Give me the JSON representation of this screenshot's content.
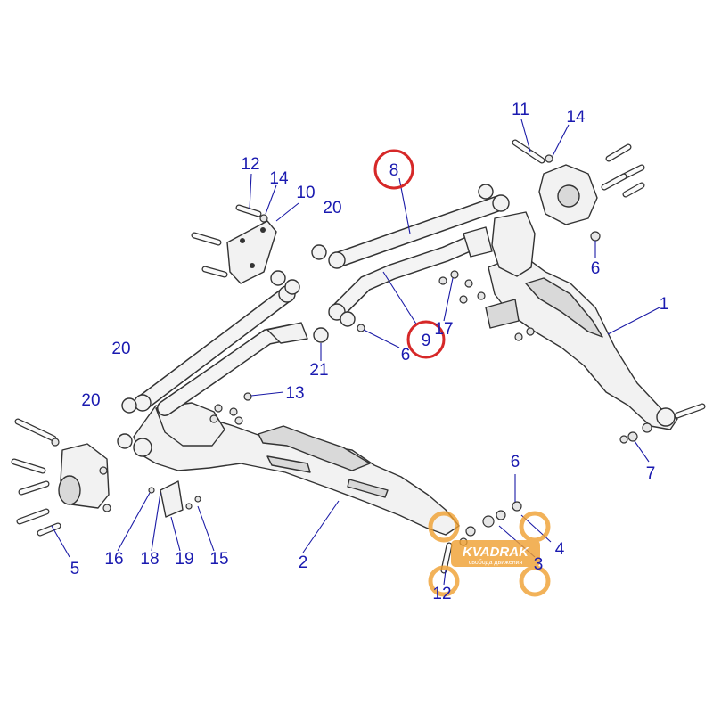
{
  "diagram": {
    "callouts": {
      "c1": "1",
      "c2": "2",
      "c3": "3",
      "c4": "4",
      "c5": "5",
      "c6a": "6",
      "c6b": "6",
      "c6c": "6",
      "c7": "7",
      "c8": "8",
      "c9": "9",
      "c10": "10",
      "c11": "11",
      "c12a": "12",
      "c12b": "12",
      "c13": "13",
      "c14a": "14",
      "c14b": "14",
      "c15": "15",
      "c16": "16",
      "c17": "17",
      "c18": "18",
      "c19": "19",
      "c20a": "20",
      "c20b": "20",
      "c20c": "20",
      "c21": "21"
    },
    "highlighted_callouts": [
      "8",
      "9"
    ],
    "colors": {
      "callout": "#1a1ab0",
      "highlight": "#d62828",
      "part_outline": "#333333"
    }
  },
  "watermark": {
    "brand": "KVADRAK",
    "tagline": "свобода движения",
    "color": "#f0a030"
  }
}
